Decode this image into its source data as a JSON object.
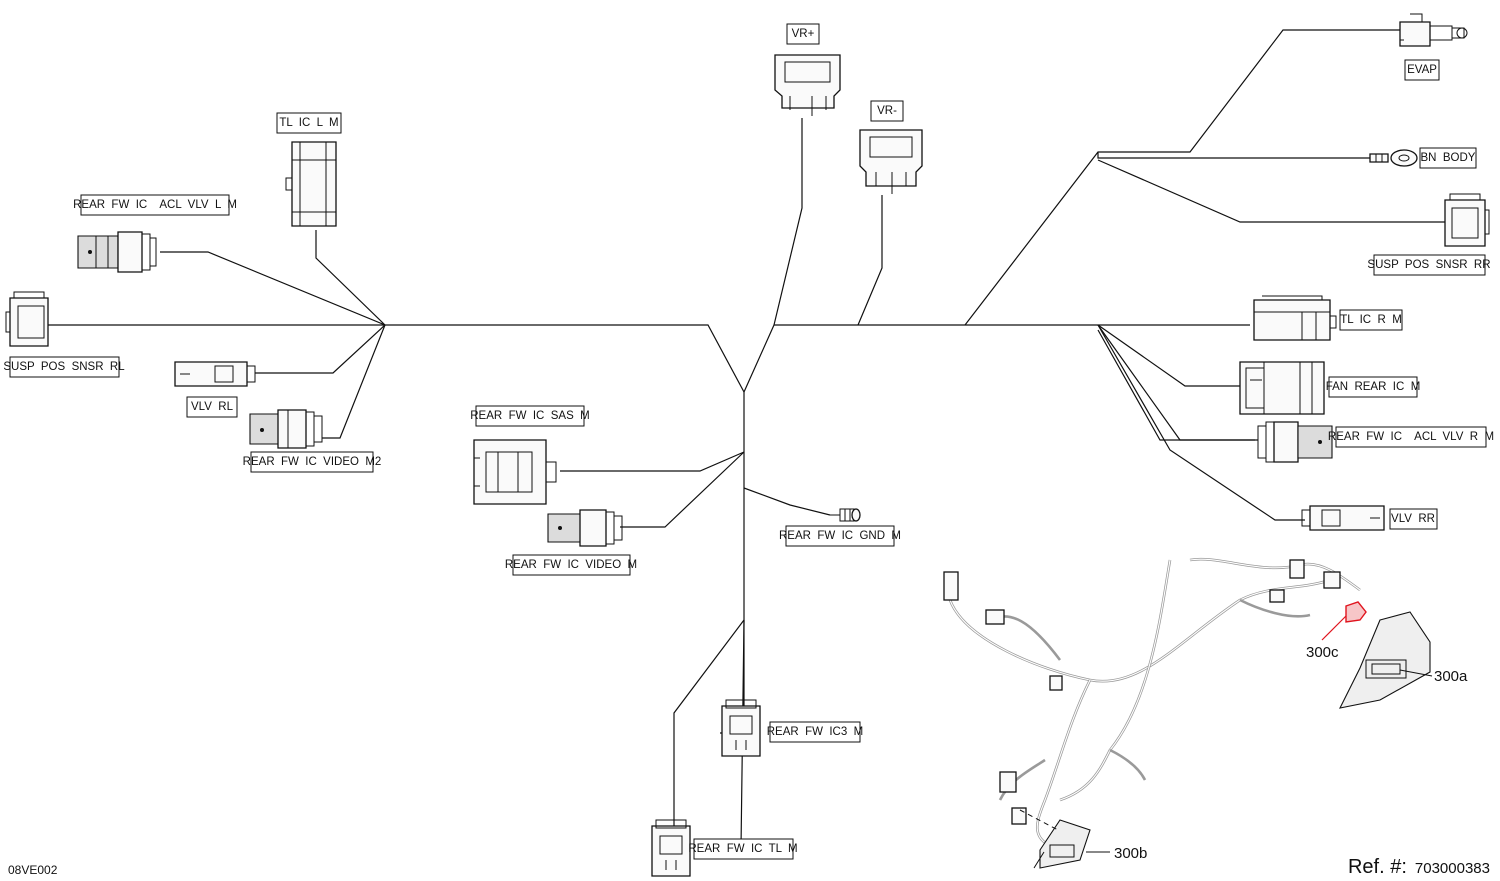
{
  "labels": {
    "vr_plus": "VR+",
    "vr_minus": "VR-",
    "tl_ic_l_m": "TL  IC  L  M",
    "rear_fw_ic_acl_vlv_l_m": "REAR  FW  IC    ACL  VLV  L  M",
    "susp_pos_snsr_rl": "SUSP  POS  SNSR  RL",
    "vlv_rl": "VLV  RL",
    "rear_fw_ic_video_m2": "REAR  FW  IC  VIDEO  M2",
    "rear_fw_ic_sas_m": "REAR  FW  IC  SAS  M",
    "rear_fw_ic_video_m": "REAR  FW  IC  VIDEO  M",
    "rear_fw_ic_gnd_m": "REAR  FW  IC  GND  M",
    "rear_fw_ic3_m": "REAR  FW  IC3  M",
    "rear_fw_ic_tl_m": "REAR  FW  IC  TL  M",
    "evap": "EVAP",
    "bn_body": "BN  BODY",
    "susp_pos_snsr_rr": "SUSP  POS  SNSR  RR",
    "tl_ic_r_m": "TL  IC  R  M",
    "fan_rear_ic_m": "FAN  REAR  IC  M",
    "rear_fw_ic_acl_vlv_r_m": "REAR  FW  IC    ACL  VLV  R  M",
    "vlv_rr": "VLV  RR"
  },
  "callouts": {
    "c300a": "300a",
    "c300b": "300b",
    "c300c": "300c"
  },
  "footer": {
    "diagram_code": "08VE002",
    "ref_prefix": "Ref. #:",
    "ref_number": "703000383"
  },
  "colors": {
    "line": "#111111",
    "highlight": "#e0141e",
    "harness": "#9a9a9a"
  }
}
